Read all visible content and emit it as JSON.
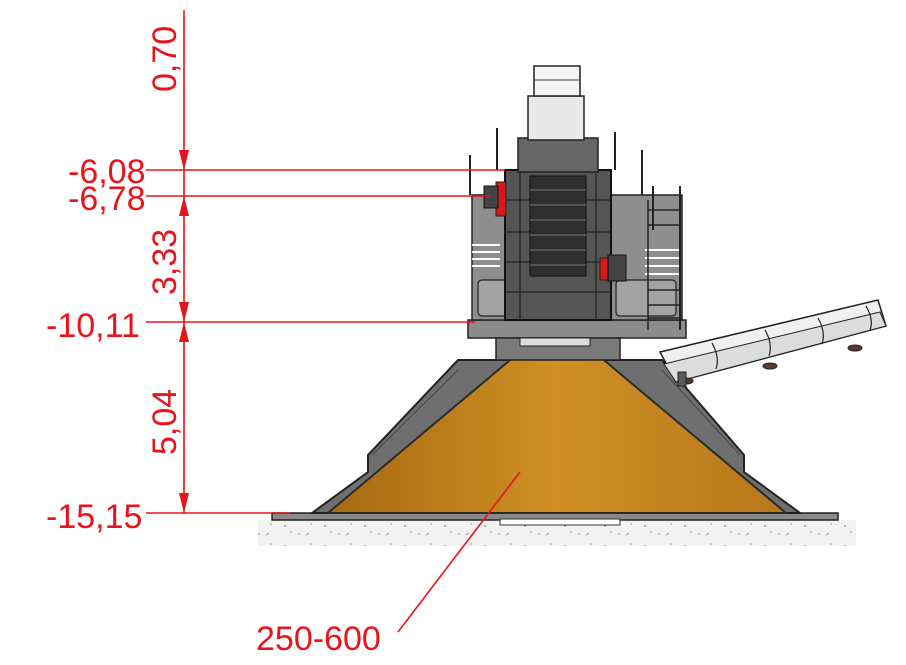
{
  "colors": {
    "dimension": "#e8141c",
    "pile": "#c8861f",
    "steel": "#6f6f6f",
    "steel_dark": "#3e3e3e",
    "concrete": "#f0f0f0"
  },
  "elevations": {
    "level_1": "-6,08",
    "level_2": "-6,78",
    "level_3": "-10,11",
    "level_4": "-15,15"
  },
  "heights": {
    "top": "0,70",
    "middle": "3,33",
    "bottom": "5,04"
  },
  "material": {
    "size_label": "250-600"
  },
  "icons": {
    "machine": "crusher-station-icon",
    "conveyor": "belt-conveyor-icon",
    "pile": "material-pile-icon"
  }
}
